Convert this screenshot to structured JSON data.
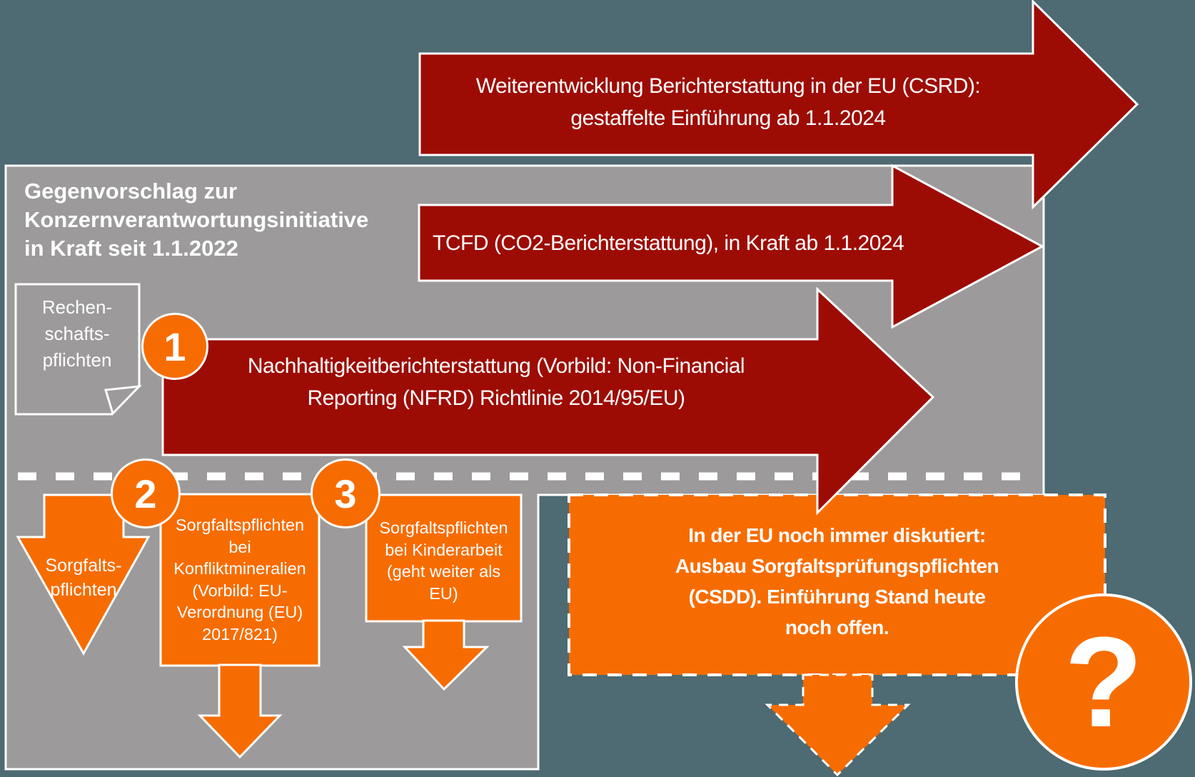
{
  "colors": {
    "background": "#4e6a72",
    "panel_gray": "#9c9a9a",
    "arrow_red": "#9d0c04",
    "accent_orange": "#f76c00",
    "text_white": "#ffffff"
  },
  "arrows": {
    "csrd": {
      "line1": "Weiterentwicklung Berichterstattung in der EU (CSRD):",
      "line2": "gestaffelte Einführung ab 1.1.2024"
    },
    "tcfd": {
      "line1": "TCFD (CO2-Berichterstattung), in Kraft ab 1.1.2024"
    },
    "nfrd": {
      "line1": "Nachhaltigkeitberichterstattung (Vorbild: Non-Financial",
      "line2": "Reporting (NFRD) Richtlinie 2014/95/EU)"
    }
  },
  "gray_panel": {
    "heading_line1": "Gegenvorschlag zur",
    "heading_line2": "Konzernverantwortungsinitiative",
    "heading_line3": "in Kraft seit 1.1.2022"
  },
  "note": {
    "line1": "Rechen-",
    "line2": "schafts-",
    "line3": "pflichten"
  },
  "badges": {
    "one": "1",
    "two": "2",
    "three": "3"
  },
  "duty_arrow": {
    "line1": "Sorgfalts-",
    "line2": "pflichten"
  },
  "minerals_box": {
    "line1": "Sorgfaltspflichten",
    "line2": "bei",
    "line3": "Konfliktmineralien",
    "line4": "(Vorbild: EU-",
    "line5": "Verordnung (EU)",
    "line6": "2017/821)"
  },
  "child_labour_box": {
    "line1": "Sorgfaltspflichten",
    "line2": "bei Kinderarbeit",
    "line3": "(geht weiter als",
    "line4": "EU)"
  },
  "csdd_box": {
    "line1": "In der EU noch immer diskutiert:",
    "line2": "Ausbau Sorgfaltsprüfungspflichten",
    "line3": "(CSDD). Einführung Stand heute",
    "line4": "noch offen."
  },
  "question_badge": {
    "glyph": "?"
  }
}
